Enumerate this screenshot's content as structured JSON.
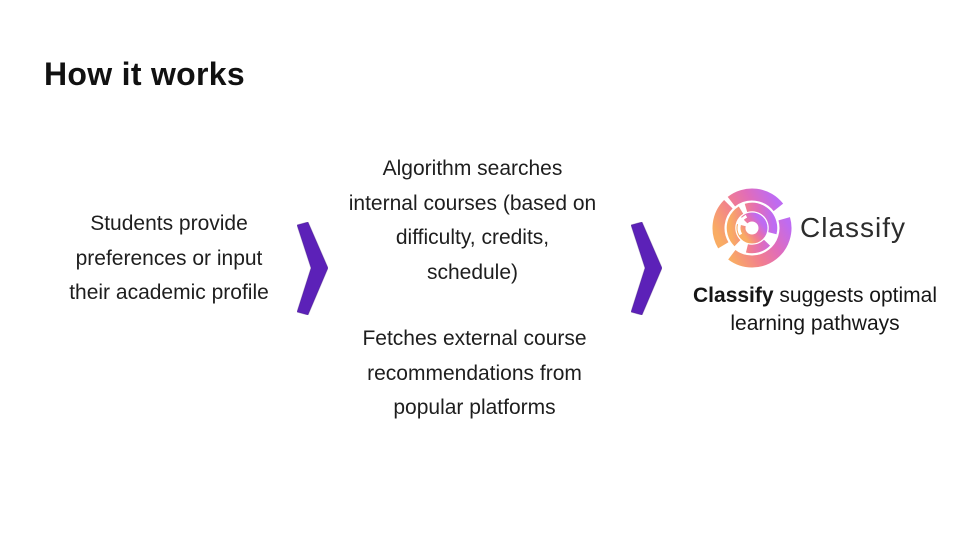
{
  "slide": {
    "title": "How it works"
  },
  "flow": {
    "input": {
      "lines": [
        "Students provide",
        "preferences or input",
        "their academic profile"
      ]
    },
    "processing": {
      "internal_lines": [
        "Algorithm searches",
        "internal courses (based on",
        "difficulty, credits,",
        "schedule)"
      ],
      "external_lines": [
        "Fetches external course",
        "recommendations from",
        "popular platforms"
      ]
    },
    "output": {
      "brand": "Classify",
      "result_bold": "Classify",
      "result_rest": " suggests optimal",
      "result_line2": "learning pathways"
    }
  },
  "icons": {
    "arrow": "chevron-right",
    "logo": "classify-swirl-logo"
  },
  "colors": {
    "arrow": "#5C21B8",
    "arrow_edge": "#3D1678",
    "logo_orange": "#F9AC63",
    "logo_pink": "#F17E90",
    "logo_magenta": "#E06CBB",
    "logo_purple": "#BE6BF2",
    "title_text": "#111111",
    "body_text": "#1E1E1E"
  }
}
